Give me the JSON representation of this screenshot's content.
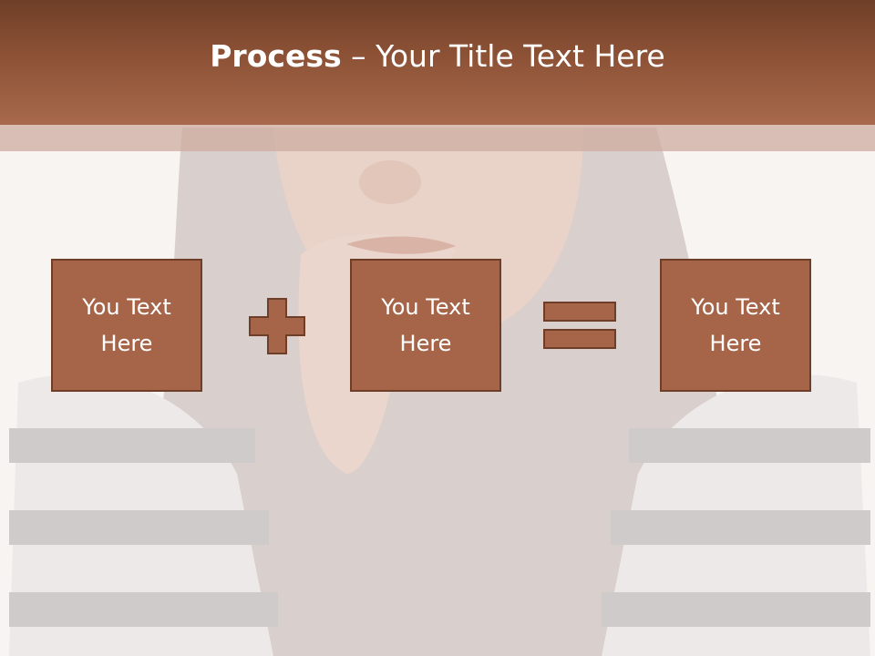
{
  "slide": {
    "title_bold": "Process",
    "title_rest": " – Your Title Text Here"
  },
  "boxes": [
    {
      "line1": "You Text",
      "line2": "Here"
    },
    {
      "line1": "You Text",
      "line2": "Here"
    },
    {
      "line1": "You Text",
      "line2": "Here"
    }
  ],
  "operators": {
    "first": "plus-icon",
    "second": "equals-icon"
  },
  "colors": {
    "accent": "#a66549",
    "accent_border": "#6f3e28",
    "header": "#8d5236",
    "background": "#f7f3f1"
  }
}
